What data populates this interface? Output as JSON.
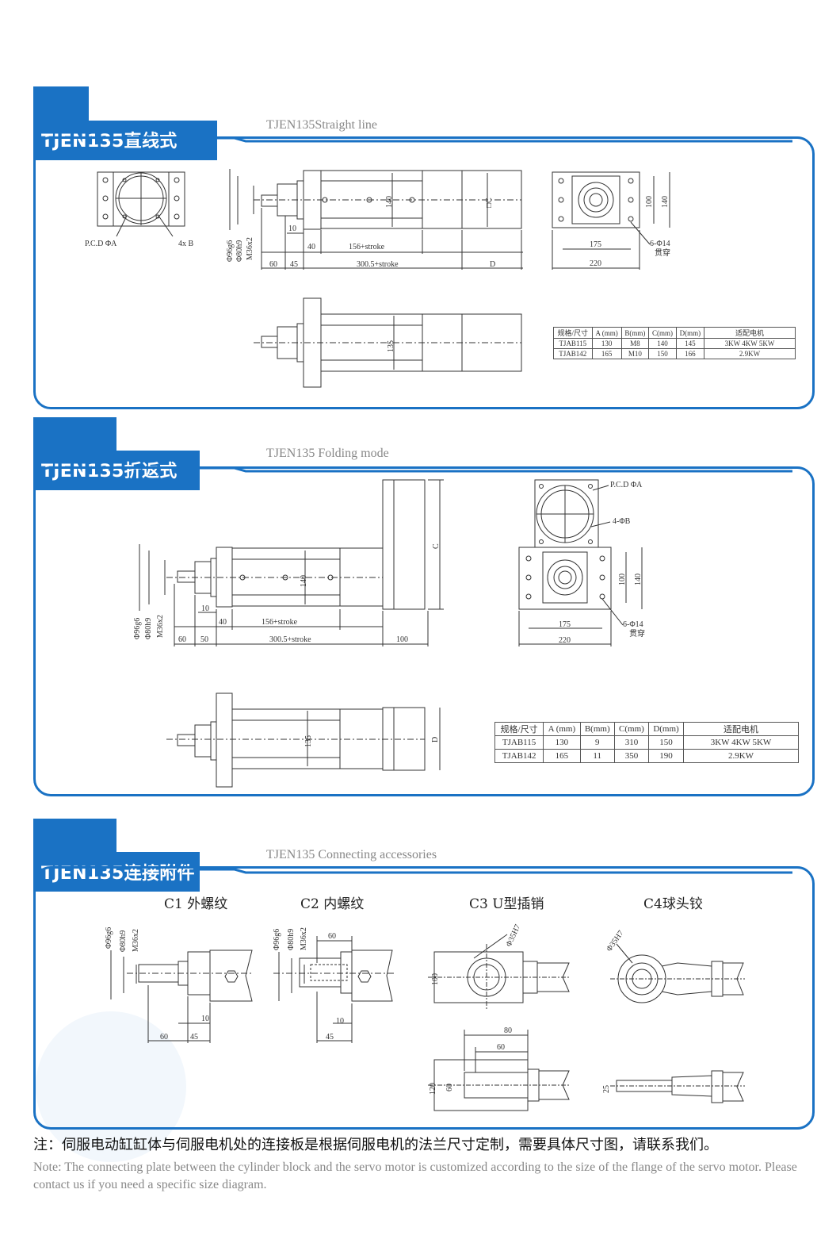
{
  "sections": [
    {
      "title": "TJEN135直线式",
      "subtitle": "TJEN135Straight line",
      "labels": {
        "pcd": "P.C.D ΦA",
        "holes": "4x B",
        "d1": "Φ96g6",
        "d2": "Φ80h9",
        "thread": "M36x2",
        "dim60": "60",
        "dim45": "45",
        "dim10": "10",
        "dim40": "40",
        "stroke1": "156+stroke",
        "stroke2": "300.5+stroke",
        "dimD": "D",
        "dim140": "140",
        "dimC": "□C",
        "dim135": "135",
        "dim175": "175",
        "dim220": "220",
        "dim100": "100",
        "dim140b": "140",
        "bolt": "6-Φ14",
        "through": "贯穿"
      },
      "table": {
        "headers": [
          "规格/尺寸",
          "A (mm)",
          "B(mm)",
          "C(mm)",
          "D(mm)",
          "适配电机"
        ],
        "rows": [
          [
            "TJAB115",
            "130",
            "M8",
            "140",
            "145",
            "3KW 4KW 5KW"
          ],
          [
            "TJAB142",
            "165",
            "M10",
            "150",
            "166",
            "2.9KW"
          ]
        ]
      }
    },
    {
      "title": "TJEN135折返式",
      "subtitle": "TJEN135 Folding mode",
      "labels": {
        "pcd": "P.C.D ΦA",
        "holes": "4-ΦB",
        "d1": "Φ96g6",
        "d2": "Φ80h9",
        "thread": "M36x2",
        "dim60": "60",
        "dim50": "50",
        "dim10": "10",
        "dim40": "40",
        "stroke1": "156+stroke",
        "stroke2": "300.5+stroke",
        "dim100": "100",
        "dim140": "140",
        "dimC": "C",
        "dim135": "135",
        "dimD": "D",
        "dim175": "175",
        "dim220": "220",
        "dim100b": "100",
        "dim140b": "140",
        "bolt": "6-Φ14",
        "through": "贯穿"
      },
      "table": {
        "headers": [
          "规格/尺寸",
          "A (mm)",
          "B(mm)",
          "C(mm)",
          "D(mm)",
          "适配电机"
        ],
        "rows": [
          [
            "TJAB115",
            "130",
            "9",
            "310",
            "150",
            "3KW 4KW 5KW"
          ],
          [
            "TJAB142",
            "165",
            "11",
            "350",
            "190",
            "2.9KW"
          ]
        ]
      }
    },
    {
      "title": "TJEN135连接附件",
      "subtitle": "TJEN135 Connecting accessories",
      "accessories": [
        {
          "title": "C1 外螺纹"
        },
        {
          "title": "C2 内螺纹"
        },
        {
          "title": "C3 U型插销"
        },
        {
          "title": "C4球头铰"
        }
      ],
      "labels": {
        "d1": "Φ96g6",
        "d2": "Φ80h9",
        "thread": "M36x2",
        "c1_60": "60",
        "c1_45": "45",
        "c1_10": "10",
        "c2_60": "60",
        "c2_45": "45",
        "c2_10": "10",
        "c3_pin": "Φ35H7",
        "c3_100": "100",
        "c3_80": "80",
        "c3_60": "60",
        "c3_120": "120",
        "c3_60b": "60",
        "c4_pin": "Φ35H7",
        "c4_25": "25"
      }
    }
  ],
  "notes": {
    "cn": "注：伺服电动缸缸体与伺服电机处的连接板是根据伺服电机的法兰尺寸定制，需要具体尺寸图，请联系我们。",
    "en": "Note: The connecting plate between the cylinder block and the servo motor is customized according to the size of the flange of the servo motor. Please contact us if you need a specific size diagram."
  },
  "colors": {
    "accent": "#1a72c4",
    "line": "#333333",
    "muted": "#888888"
  }
}
